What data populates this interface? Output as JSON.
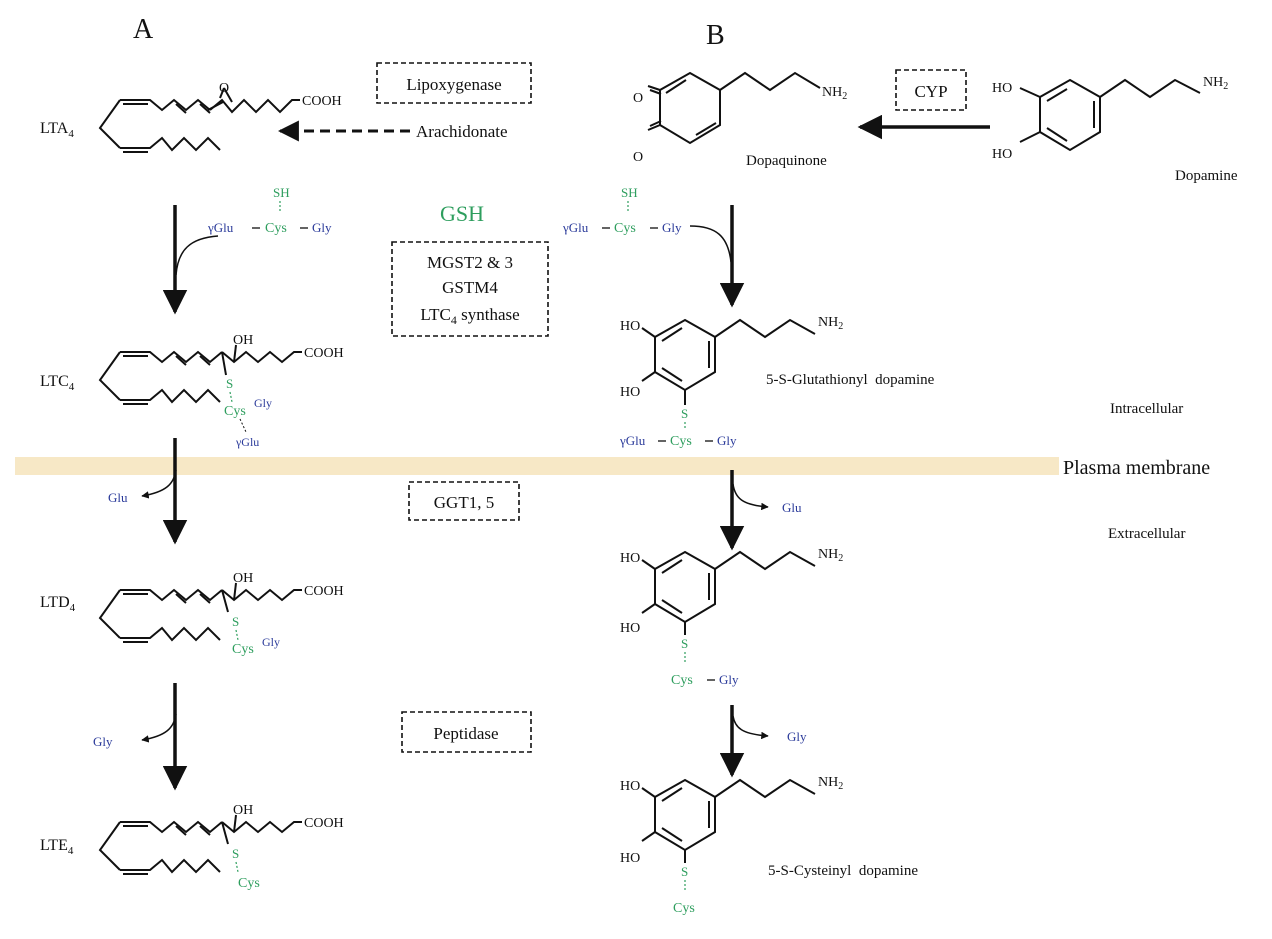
{
  "panels": {
    "a": "A",
    "b": "B"
  },
  "enzymes": {
    "lipoxygenase": "Lipoxygenase",
    "cyp": "CYP",
    "gst_line1": "MGST2 & 3",
    "gst_line2": "GSTM4",
    "gst_line3_main": "LTC",
    "gst_line3_sub": "4",
    "gst_line3_tail": " synthase",
    "ggt": "GGT1, 5",
    "peptidase": "Peptidase"
  },
  "substrates": {
    "arachidonate": "Arachidonate",
    "gsh": "GSH"
  },
  "compounds": {
    "lta4": {
      "main": "LTA",
      "sub": "4"
    },
    "ltc4": {
      "main": "LTC",
      "sub": "4"
    },
    "ltd4": {
      "main": "LTD",
      "sub": "4"
    },
    "lte4": {
      "main": "LTE",
      "sub": "4"
    },
    "dopaquinone": "Dopaquinone",
    "dopamine": "Dopamine",
    "glutathionyl_dopamine": "5-S-Glutathionyl  dopamine",
    "cysteinyl_dopamine": "5-S-Cysteinyl  dopamine"
  },
  "groups": {
    "cooh": "COOH",
    "oh": "OH",
    "ho": "HO",
    "nh2_main": "NH",
    "nh2_sub": "2",
    "o": "O",
    "sh": "SH",
    "s": "S",
    "gglu": "γGlu",
    "cys": "Cys",
    "gly": "Gly",
    "glu": "Glu"
  },
  "compartments": {
    "intracellular": "Intracellular",
    "plasma_membrane": "Plasma membrane",
    "extracellular": "Extracellular"
  },
  "colors": {
    "green": "#2e9e5e",
    "blue": "#2a3a9a",
    "membrane": "#f7e8c6",
    "ink": "#111111"
  }
}
